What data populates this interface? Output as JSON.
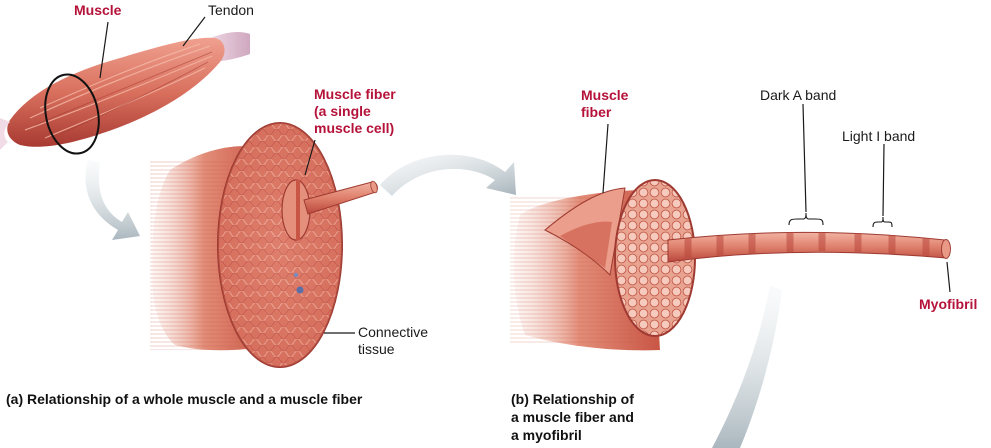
{
  "labels": {
    "muscle": "Muscle",
    "tendon": "Tendon",
    "muscle_fiber_a": [
      "Muscle fiber",
      "(a single",
      "muscle cell)"
    ],
    "connective_tissue": [
      "Connective",
      "tissue"
    ],
    "muscle_fiber_b": [
      "Muscle",
      "fiber"
    ],
    "dark_a_band": "Dark A band",
    "light_i_band": "Light I band",
    "myofibril": "Myofibril"
  },
  "captions": {
    "a": "(a)  Relationship of a whole muscle and a muscle fiber",
    "b": [
      "(b)  Relationship of",
      "a muscle fiber and",
      "a myofibril"
    ]
  },
  "colors": {
    "accent_label": "#b5123a",
    "muscle_red": "#d9705e",
    "muscle_dark": "#b9473c",
    "tendon": "#e4c8d6",
    "arrow_gray": "#b7c2c8"
  }
}
